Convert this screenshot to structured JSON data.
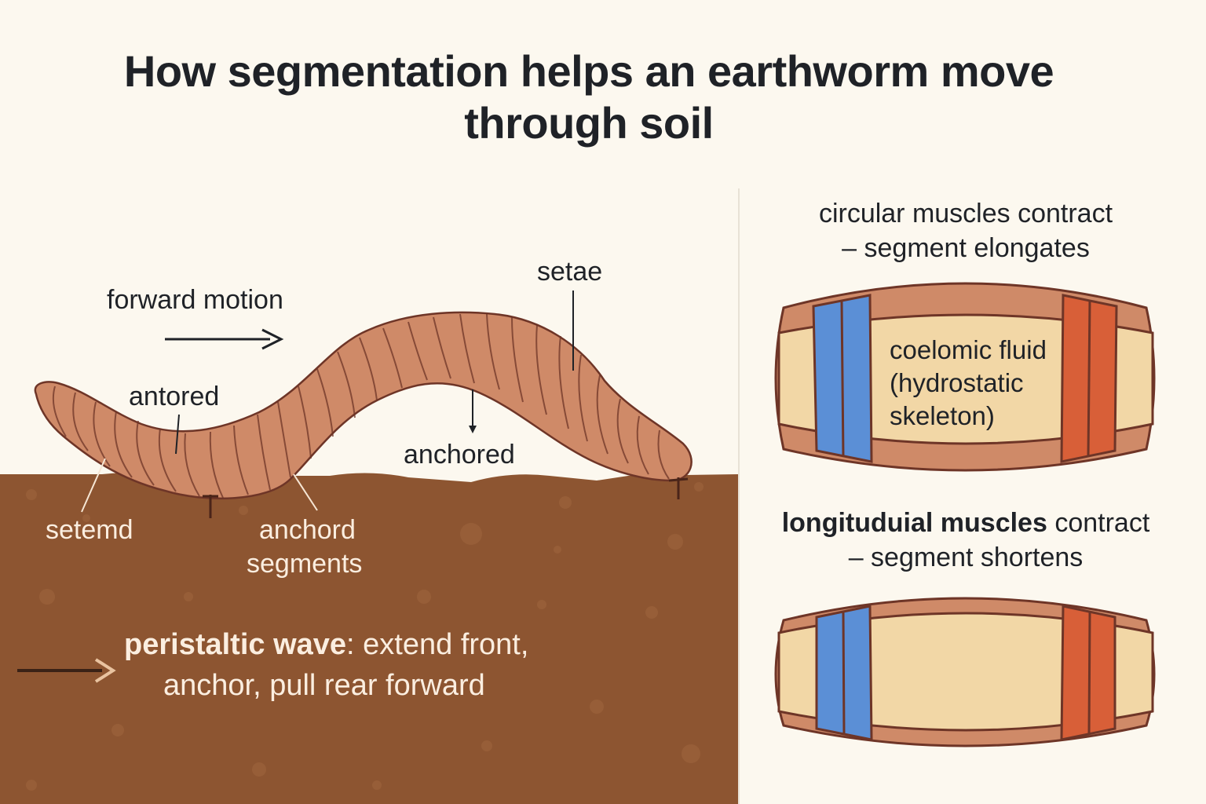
{
  "title": {
    "line1": "How segmentation helps an earthworm move",
    "line2": "through soil"
  },
  "labels": {
    "forward_motion": "forward motion",
    "setae": "setae",
    "antored": "antored",
    "anchored": "anchored",
    "setemd": "setemd",
    "anchord_line1": "anchord",
    "anchord_line2": "segments"
  },
  "wave": {
    "bold": "peristaltic wave",
    "rest1": ": extend front,",
    "line2": "anchor, pull rear forward"
  },
  "panel_top": {
    "line1": "circular muscles contract",
    "line2": "– segment elongates",
    "fluid_line1": "coelomic fluid",
    "fluid_line2": "(hydrostatic",
    "fluid_line3": "skeleton)"
  },
  "panel_bottom": {
    "line1_bold": "longituduial muscles",
    "line1_rest": " contract",
    "line2": "– segment shortens"
  },
  "colors": {
    "background": "#fcf8ef",
    "soil": "#8d5531",
    "worm_body": "#cf8a68",
    "worm_outline": "#6e3527",
    "circular_muscle": "#5b8fd6",
    "longitudinal_muscle": "#d85f38",
    "fluid": "#f2d7a6"
  }
}
